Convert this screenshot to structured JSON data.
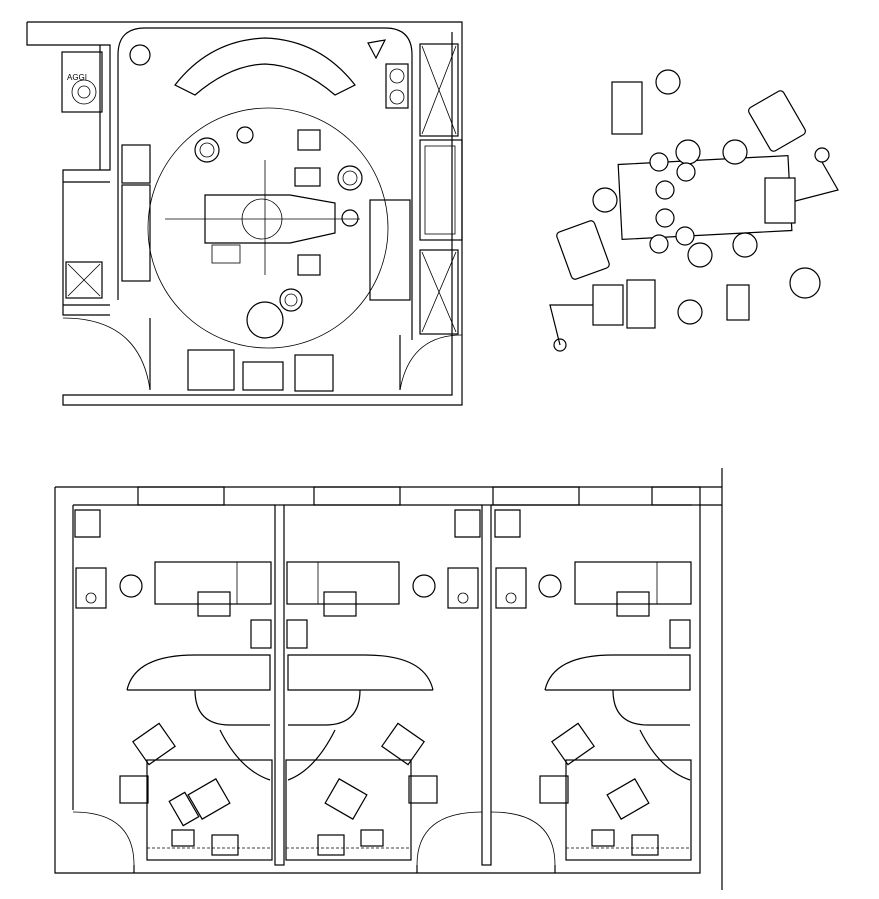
{
  "drawing": {
    "sheet_label": "AGGI",
    "stroke_color": "#000000",
    "background_color": "#ffffff",
    "sections": [
      {
        "id": "operating-room-plan",
        "description_icon": "operating-room-floor-plan"
      },
      {
        "id": "surgical-team-layout",
        "description_icon": "surgical-team-arrangement"
      },
      {
        "id": "office-rooms-plan",
        "description_icon": "office-rooms-floor-plan"
      }
    ]
  }
}
